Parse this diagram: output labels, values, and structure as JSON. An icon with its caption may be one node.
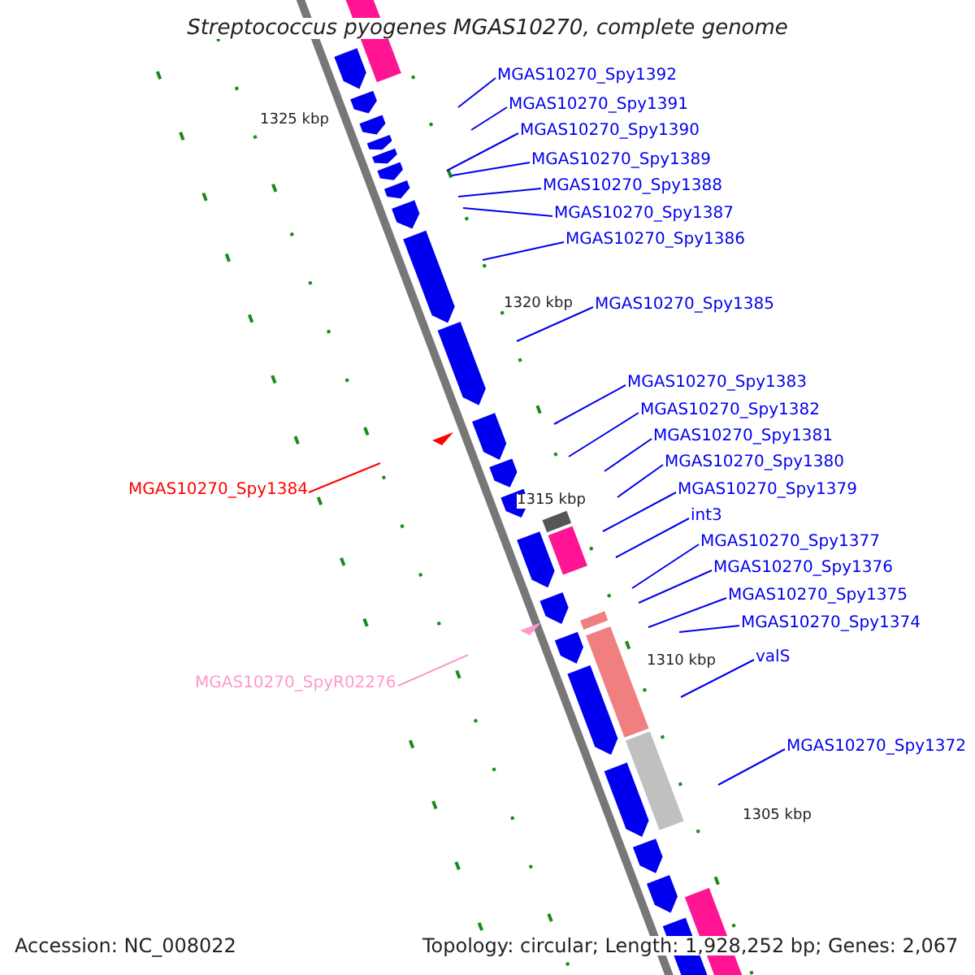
{
  "diagram": {
    "title": "Streptococcus pyogenes MGAS10270, complete genome",
    "nodes": [
      {
        "text": [
          "MGAS10270_Spy1392"
        ]
      },
      {
        "text": [
          "MGAS10270_Spy1391"
        ]
      },
      {
        "text": [
          "MGAS10270_Spy1390"
        ]
      },
      {
        "text": [
          "MGAS10270_Spy1389"
        ]
      },
      {
        "text": [
          "MGAS10270_Spy1388"
        ]
      },
      {
        "text": [
          "MGAS10270_Spy1387"
        ]
      },
      {
        "text": [
          "MGAS10270_Spy1386"
        ]
      },
      {
        "text": [
          "MGAS10270_Spy1385"
        ]
      },
      {
        "text": [
          "MGAS10270_Spy1383"
        ]
      },
      {
        "text": [
          "MGAS10270_Spy1382"
        ]
      },
      {
        "text": [
          "MGAS10270_Spy1381"
        ]
      },
      {
        "text": [
          "MGAS10270_Spy1380"
        ]
      },
      {
        "text": [
          "MGAS10270_Spy1379"
        ]
      },
      {
        "text": [
          "MGAS10270_Spy1384"
        ]
      },
      {
        "text": [
          "int3"
        ]
      },
      {
        "text": [
          "MGAS10270_Spy1377"
        ]
      },
      {
        "text": [
          "MGAS10270_Spy1376"
        ]
      },
      {
        "text": [
          "MGAS10270_Spy1375"
        ]
      },
      {
        "text": [
          "MGAS10270_Spy1374"
        ]
      },
      {
        "text": [
          "valS"
        ]
      },
      {
        "text": [
          "MGAS10270_SpyR02276"
        ]
      },
      {
        "text": [
          "MGAS10270_Spy1372"
        ]
      }
    ],
    "edges": [
      {
        "from": 0,
        "to": null,
        "arrow": "none"
      },
      {
        "from": 1,
        "to": null,
        "arrow": "none"
      },
      {
        "from": 2,
        "to": null,
        "arrow": "none"
      },
      {
        "from": 3,
        "to": null,
        "arrow": "none"
      },
      {
        "from": 4,
        "to": null,
        "arrow": "none"
      },
      {
        "from": 5,
        "to": null,
        "arrow": "none"
      },
      {
        "from": 6,
        "to": null,
        "arrow": "none"
      },
      {
        "from": 7,
        "to": null,
        "arrow": "none"
      },
      {
        "from": 8,
        "to": null,
        "arrow": "none"
      },
      {
        "from": 9,
        "to": null,
        "arrow": "none"
      },
      {
        "from": 10,
        "to": null,
        "arrow": "none"
      },
      {
        "from": 11,
        "to": null,
        "arrow": "none"
      },
      {
        "from": 12,
        "to": null,
        "arrow": "none"
      },
      {
        "from": 13,
        "to": null,
        "arrow": "none",
        "color": "#ff0000"
      },
      {
        "from": 14,
        "to": null,
        "arrow": "none"
      },
      {
        "from": 15,
        "to": null,
        "arrow": "none"
      },
      {
        "from": 16,
        "to": null,
        "arrow": "none"
      },
      {
        "from": 17,
        "to": null,
        "arrow": "none"
      },
      {
        "from": 18,
        "to": null,
        "arrow": "none"
      },
      {
        "from": 19,
        "to": null,
        "arrow": "none"
      },
      {
        "from": 20,
        "to": null,
        "arrow": "none",
        "color": "#ff99cc"
      },
      {
        "from": 21,
        "to": null,
        "arrow": "none"
      }
    ],
    "labels": [
      "1325 kbp",
      "1320 kbp",
      "1315 kbp",
      "1310 kbp",
      "1305 kbp",
      "Accession: NC_008022",
      "Topology: circular; Length: 1,928,252 bp; Genes: 2,067"
    ]
  }
}
